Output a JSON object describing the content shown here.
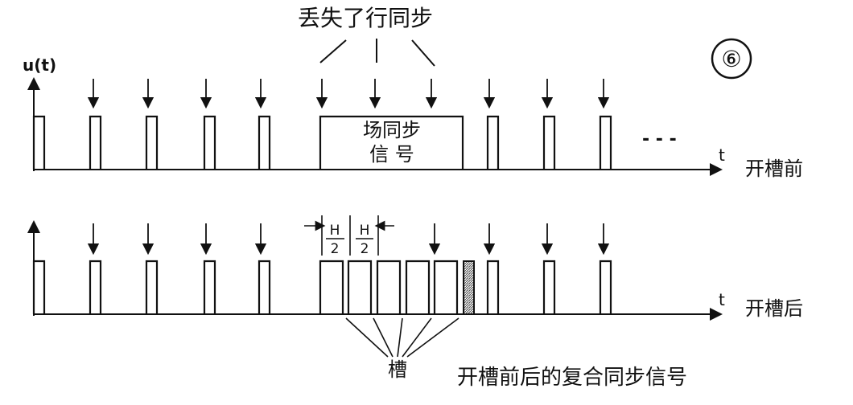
{
  "title": "丢失了行同步",
  "badge": "⑥",
  "y_axis_label": "u(t)",
  "top": {
    "field_sync_line1": "场同步",
    "field_sync_line2": "信 号",
    "dashes": "- - -",
    "t_label": "t",
    "side_label": "开槽前"
  },
  "bottom": {
    "half_num": "H",
    "half_den": "2",
    "t_label": "t",
    "side_label": "开槽后",
    "slot_label": "槽"
  },
  "caption": "开槽前后的复合同步信号",
  "colors": {
    "ink": "#111111",
    "hatch": "#555555"
  }
}
